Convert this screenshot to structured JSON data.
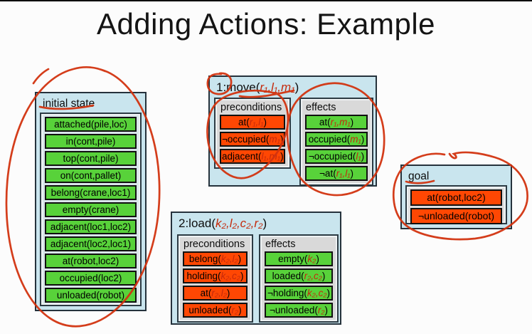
{
  "slide": {
    "title": "Adding Actions: Example"
  },
  "colors": {
    "panel_blue": "#c9e5ee",
    "panel_grey": "#d9d9d9",
    "green": "#58d23a",
    "orange": "#ff4703",
    "param_red": "#c52a0c",
    "pen_red": "#d2330f",
    "border_dark": "#25323c"
  },
  "initial_state": {
    "label": "initial state",
    "items": [
      "attached(pile,loc)",
      "in(cont,pile)",
      "top(cont,pile)",
      "on(cont,pallet)",
      "belong(crane,loc1)",
      "empty(crane)",
      "adjacent(loc1,loc2)",
      "adjacent(loc2,loc1)",
      "at(robot,loc2)",
      "occupied(loc2)",
      "unloaded(robot)"
    ]
  },
  "move": {
    "title": "1:move(|r₁,l₁,m₁|)",
    "preconditions": {
      "header": "preconditions",
      "items": [
        "at(|r₁,l₁|)",
        "¬occupied(|m₁|)",
        "adjacent(|l₁,m₁|)"
      ]
    },
    "effects": {
      "header": "effects",
      "items": [
        "at(|r₁,m₁|)",
        "occupied(|m₁|)",
        "¬occupied(|l₁|)",
        "¬at(|r₁,l₁|)"
      ]
    }
  },
  "load": {
    "title": "2:load(|k₂,l₂,c₂,r₂|)",
    "preconditions": {
      "header": "preconditions",
      "items": [
        "belong(|k₂,l₂|)",
        "holding(|k₂,c₂|)",
        "at(|r₂,l₂|)",
        "unloaded(|r₂|)"
      ]
    },
    "effects": {
      "header": "effects",
      "items": [
        "empty(|k₂|)",
        "loaded(|r₂,c₂|)",
        "¬holding(|k₂,c₂|)",
        "¬unloaded(|r₂|)"
      ]
    }
  },
  "goal": {
    "label": "goal",
    "items": [
      "at(robot,loc2)",
      "¬unloaded(robot)"
    ]
  },
  "annotations": [
    "pen ellipse around initial state box",
    "pen underline under initial state label",
    "pen circle around move action number 1",
    "pen underline under move parameters",
    "pen ellipse around move preconditions",
    "pen ellipse around move effects",
    "pen ellipse around goal box",
    "pen underline under goal label"
  ]
}
